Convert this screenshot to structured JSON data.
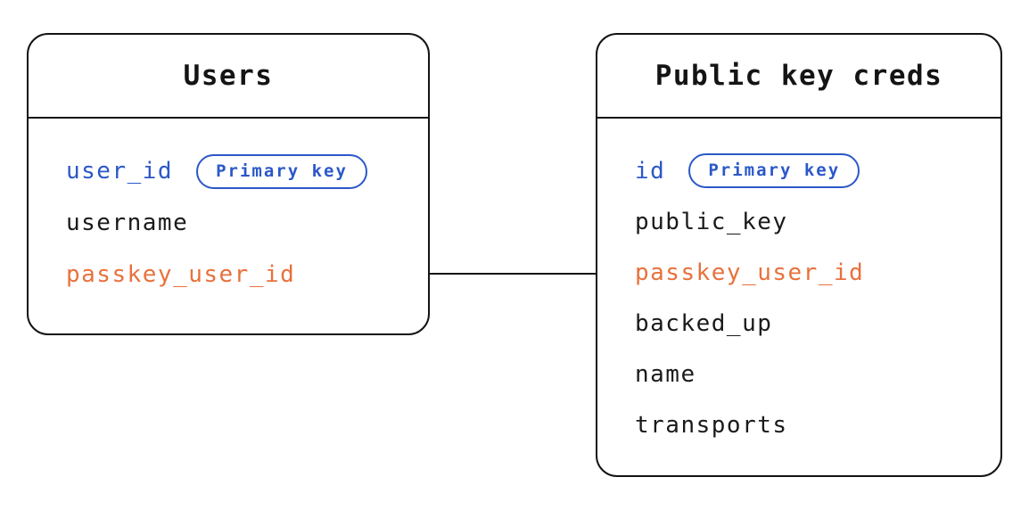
{
  "diagram": {
    "type": "entity-relationship",
    "colors": {
      "primary_key_blue": "#2b58c8",
      "foreign_key_orange": "#e8713d",
      "text_black": "#1a1a1a",
      "border_black": "#141414",
      "background": "#ffffff"
    },
    "tables": [
      {
        "title": "Users",
        "fields": [
          {
            "name": "user_id",
            "role": "primary-key",
            "badge": "Primary key"
          },
          {
            "name": "username",
            "role": "column"
          },
          {
            "name": "passkey_user_id",
            "role": "foreign-key"
          }
        ]
      },
      {
        "title": "Public key creds",
        "fields": [
          {
            "name": "id",
            "role": "primary-key",
            "badge": "Primary key"
          },
          {
            "name": "public_key",
            "role": "column"
          },
          {
            "name": "passkey_user_id",
            "role": "foreign-key"
          },
          {
            "name": "backed_up",
            "role": "column"
          },
          {
            "name": "name",
            "role": "column"
          },
          {
            "name": "transports",
            "role": "column"
          }
        ]
      }
    ],
    "relationship": {
      "from": "Users.passkey_user_id",
      "to": "Public key creds.passkey_user_id"
    }
  }
}
